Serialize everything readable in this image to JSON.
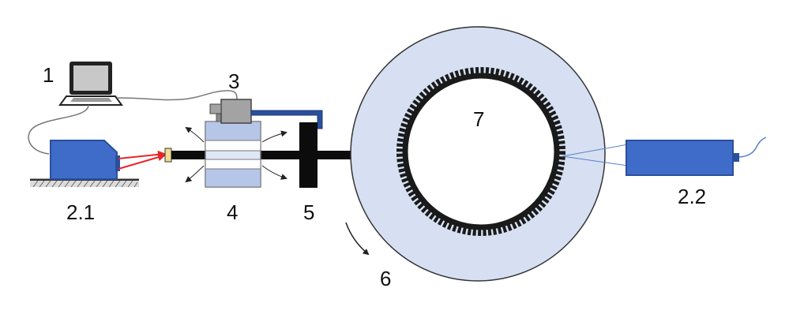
{
  "labels": {
    "computer": "1",
    "laser_source": "2.1",
    "laser_receiver": "2.2",
    "actuator": "3",
    "bearing_block": "4",
    "disc_clamp": "5",
    "rotation": "6",
    "gear_ring": "7"
  },
  "colors": {
    "device_blue": "#3f6cc8",
    "device_blue_dark": "#2a4f9c",
    "disc_fill": "#d6e0f2",
    "bearing_fill": "#dfe6f5",
    "laser_red": "#e8262a",
    "shaft": "#0c0c0c",
    "teeth": "#1a1a1a",
    "actuator_grey": "#a3a3a3",
    "optical_tip": "#f2dd90"
  },
  "icons": {
    "computer": "laptop-icon",
    "ground": "ground-hatch-icon",
    "rotation": "curved-arrow-icon"
  }
}
